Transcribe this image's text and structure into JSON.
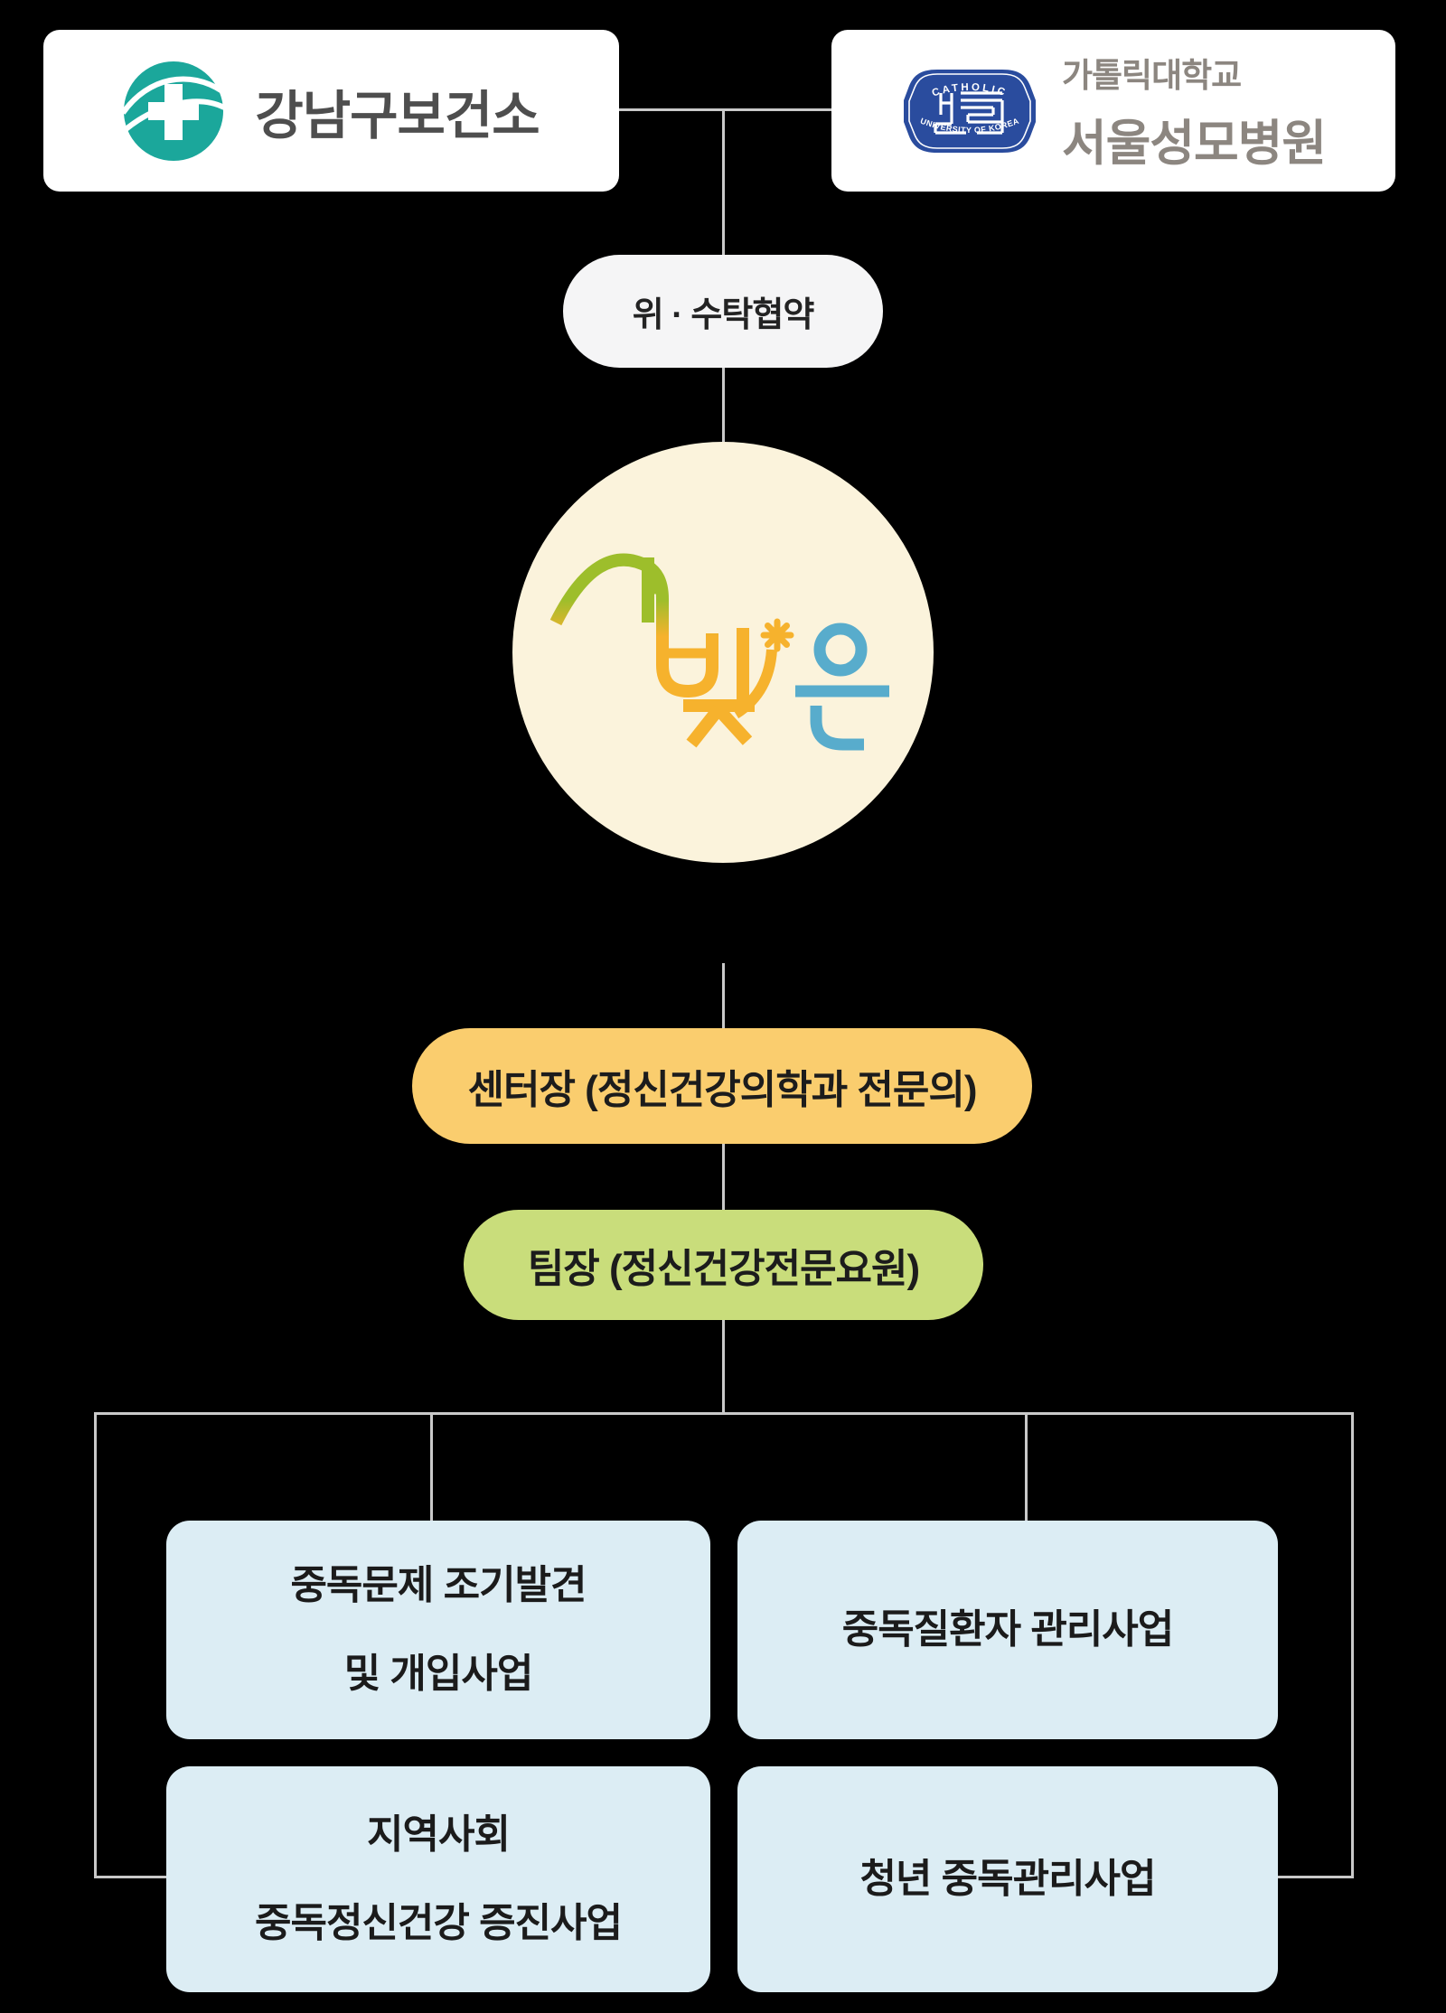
{
  "page": {
    "background": "#000000"
  },
  "partners": {
    "left": {
      "name": "강남구보건소",
      "logo": "teal-cross-globe-icon",
      "logo_color": "#1BA79B",
      "text_color": "#4E4E4E"
    },
    "right": {
      "university": "가톨릭대학교",
      "hospital": "서울성모병원",
      "emblem_top": "CATHOLIC",
      "emblem_bottom": "UNIVERSITY OF KOREA",
      "emblem_color": "#2A4C9E",
      "text_color": "#8C8680"
    }
  },
  "agreement": {
    "label": "위 · 수탁협약",
    "bg": "#F5F5F6"
  },
  "center_logo": {
    "text": "새빛온",
    "chars": [
      {
        "char": "새",
        "color": "#9DBE2B"
      },
      {
        "char": "빛",
        "color": "#F6B22D"
      },
      {
        "char": "온",
        "color": "#58ACCC"
      }
    ],
    "circle_color": "#FBF3DC"
  },
  "roles": [
    {
      "label": "센터장 (정신건강의학과 전문의)",
      "bg": "#FACD6E"
    },
    {
      "label": "팀장 (정신건강전문요원)",
      "bg": "#C9DD7B"
    }
  ],
  "programs": [
    {
      "line1": "중독문제 조기발견",
      "line2": "및 개입사업"
    },
    {
      "line1": "중독질환자 관리사업",
      "line2": ""
    },
    {
      "line1": "지역사회",
      "line2": "중독정신건강 증진사업"
    },
    {
      "line1": "청년 중독관리사업",
      "line2": ""
    }
  ],
  "program_box_color": "#DCEDF4",
  "connector_color": "#C9C9C9"
}
